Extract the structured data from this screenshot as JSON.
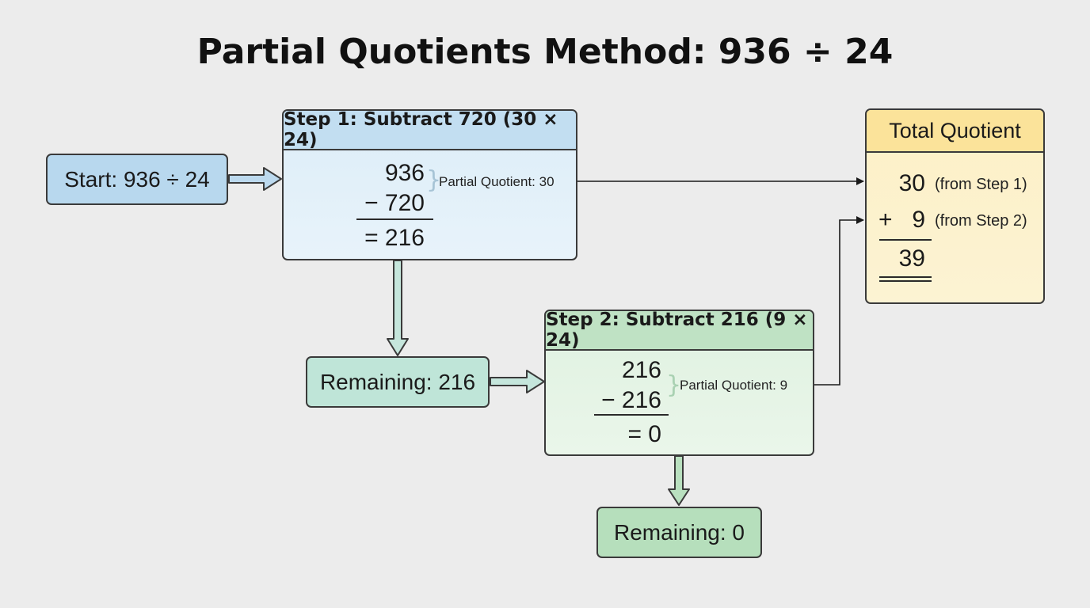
{
  "title": "Partial Quotients Method: 936 ÷ 24",
  "start": {
    "label": "Start: 936 ÷ 24"
  },
  "step1": {
    "header": "Step 1: Subtract 720 (30 × 24)",
    "top": "936",
    "subtract": "− 720",
    "result": "= 216",
    "partial_quotient": "Partial Quotient: 30"
  },
  "remaining1": {
    "label": "Remaining: 216"
  },
  "step2": {
    "header": "Step 2: Subtract 216 (9 × 24)",
    "top": "216",
    "subtract": "− 216",
    "result": "= 0",
    "partial_quotient": "Partial Quotient: 9"
  },
  "remaining2": {
    "label": "Remaining: 0"
  },
  "total": {
    "header": "Total Quotient",
    "line1_value": "30",
    "line1_note": "(from Step 1)",
    "line2_op": "+",
    "line2_value": "9",
    "line2_note": "(from Step 2)",
    "sum": "39"
  },
  "colors": {
    "background": "#ececec",
    "blue_fill": "#b8d8ee",
    "step1_header": "#c2def1",
    "step1_body": "#dcedf8",
    "teal_fill": "#bfe5d8",
    "step2_header": "#bfe2c4",
    "step2_body": "#dff1e0",
    "green_fill": "#b6dfbc",
    "yellow_header": "#fbe39a",
    "yellow_body": "#fdf0c6"
  }
}
